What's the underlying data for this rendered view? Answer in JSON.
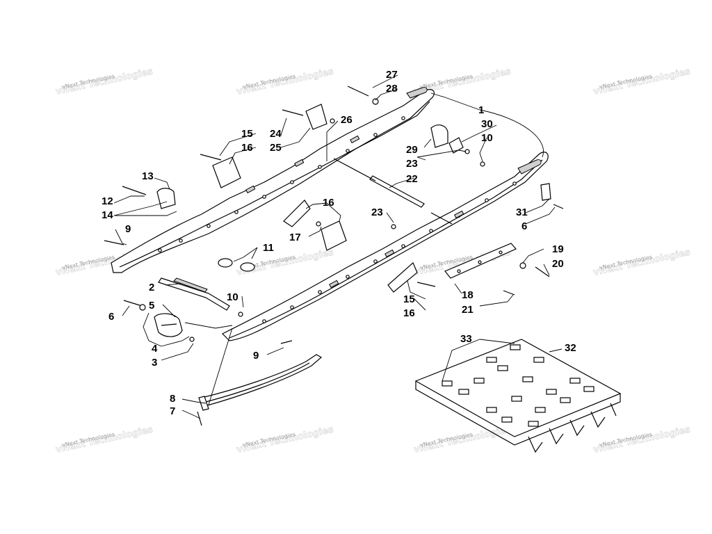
{
  "watermark": {
    "text": "vNext Technologies"
  },
  "callouts": {
    "c1": "1",
    "c2": "2",
    "c3": "3",
    "c4": "4",
    "c5": "5",
    "c6a": "6",
    "c6b": "6",
    "c7": "7",
    "c8": "8",
    "c9a": "9",
    "c9b": "9",
    "c10a": "10",
    "c10b": "10",
    "c11": "11",
    "c12": "12",
    "c13": "13",
    "c14": "14",
    "c15a": "15",
    "c15b": "15",
    "c16a": "16",
    "c16b": "16",
    "c16c": "16",
    "c17": "17",
    "c18": "18",
    "c19": "19",
    "c20": "20",
    "c21": "21",
    "c22": "22",
    "c23a": "23",
    "c23b": "23",
    "c24": "24",
    "c25": "25",
    "c26": "26",
    "c27": "27",
    "c28": "28",
    "c29": "29",
    "c30": "30",
    "c31": "31",
    "c32": "32",
    "c33": "33"
  }
}
